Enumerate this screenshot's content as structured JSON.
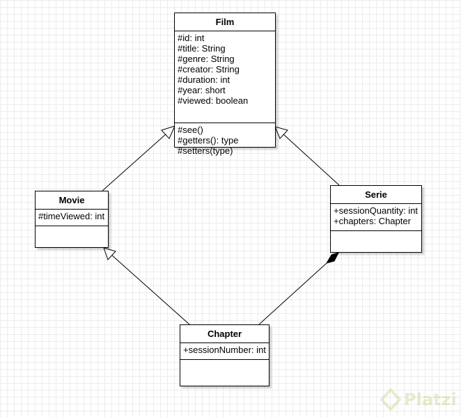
{
  "classes": {
    "film": {
      "name": "Film",
      "attributes": [
        "#id: int",
        "#title: String",
        "#genre: String",
        "#creator: String",
        "#duration: int",
        "#year: short",
        "#viewed: boolean"
      ],
      "operations": [
        "#see()",
        "#getters(): type",
        "#setters(type)"
      ]
    },
    "movie": {
      "name": "Movie",
      "attributes": [
        "#timeViewed: int"
      ],
      "operations": []
    },
    "serie": {
      "name": "Serie",
      "attributes": [
        "+sessionQuantity: int",
        "+chapters: Chapter"
      ],
      "operations": []
    },
    "chapter": {
      "name": "Chapter",
      "attributes": [
        "+sessionNumber: int"
      ],
      "operations": []
    }
  },
  "relationships": [
    {
      "type": "generalization",
      "from": "Movie",
      "to": "Film"
    },
    {
      "type": "generalization",
      "from": "Serie",
      "to": "Film"
    },
    {
      "type": "generalization",
      "from": "Chapter",
      "to": "Movie"
    },
    {
      "type": "composition",
      "from": "Chapter",
      "to": "Serie"
    }
  ],
  "watermark": {
    "text": "Platzi",
    "icon": "platzi-logo-icon",
    "color": "#7aa000"
  }
}
